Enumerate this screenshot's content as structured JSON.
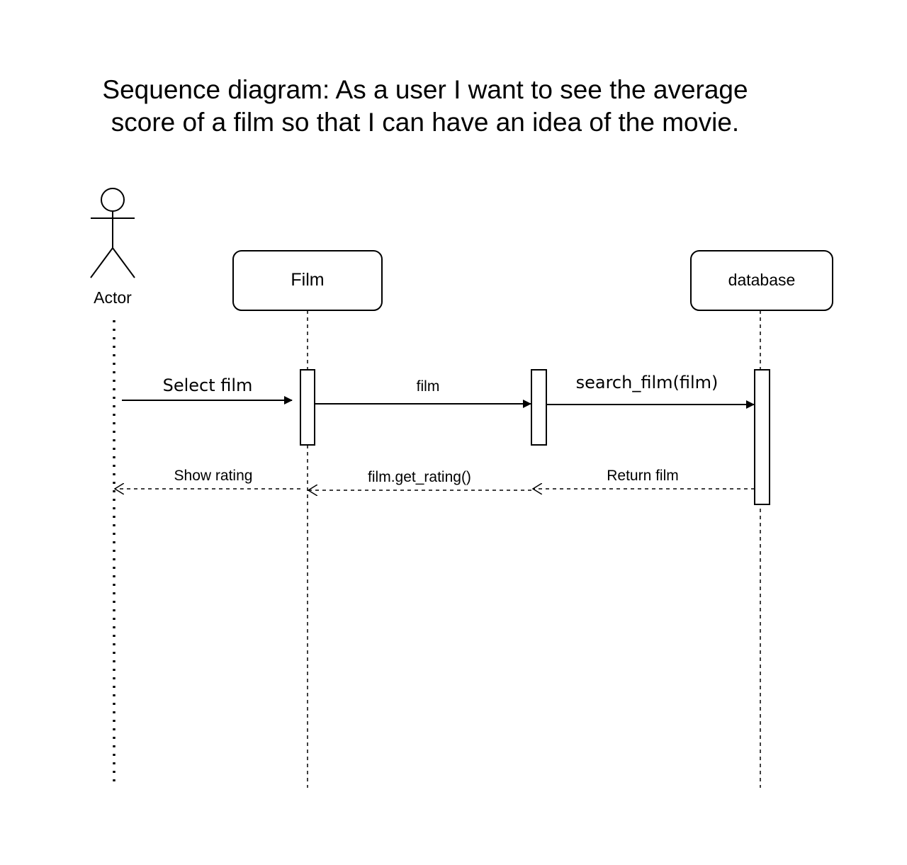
{
  "title": {
    "line1": "Sequence diagram: As a user I want to see the average",
    "line2": "score of a film so that I can have an idea of the movie."
  },
  "actor": {
    "label": "Actor"
  },
  "participants": {
    "film": "Film",
    "database": "database"
  },
  "messages": {
    "select_film": "Select film",
    "film": "film",
    "search_film": "search_film(film)",
    "return_film": "Return film",
    "get_rating": "film.get_rating()",
    "show_rating": "Show rating"
  },
  "colors": {
    "stroke": "#000000",
    "background": "#ffffff"
  }
}
